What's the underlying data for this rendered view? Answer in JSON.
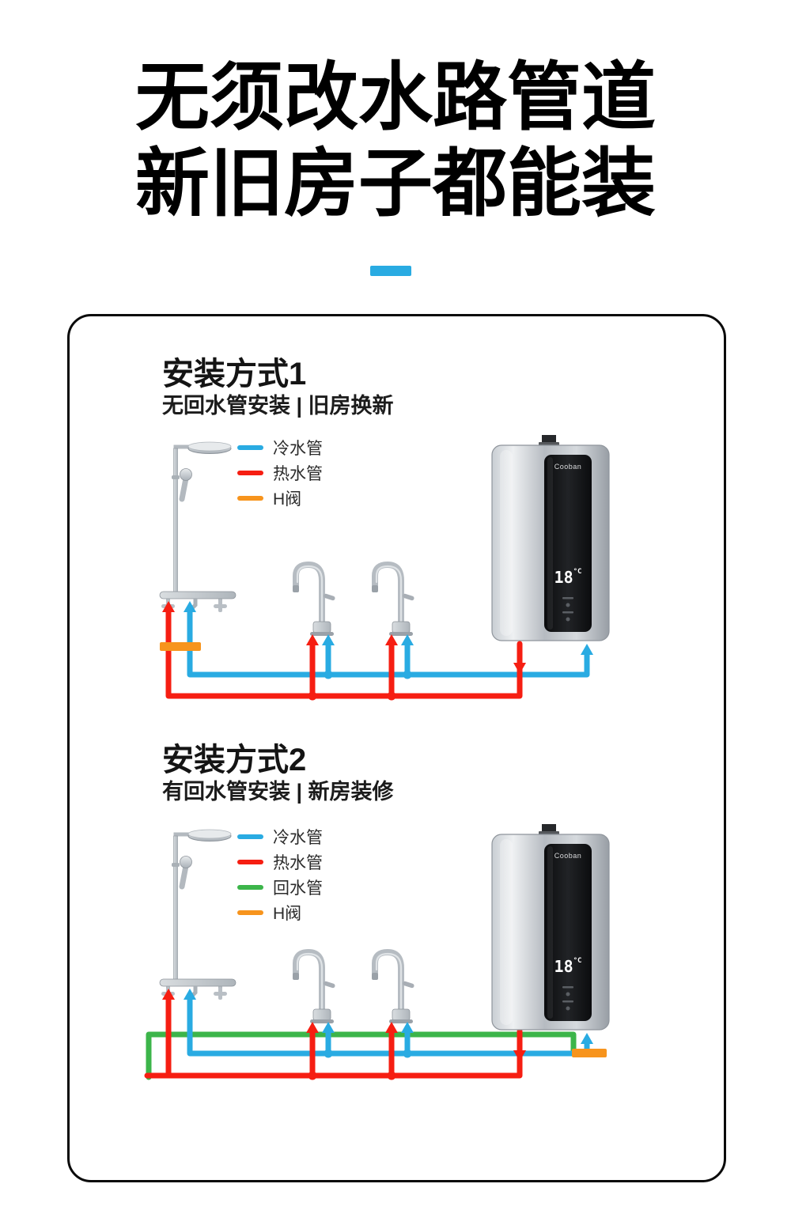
{
  "title": {
    "line1": "无须改水路管道",
    "line2": "新旧房子都能装"
  },
  "accent_color": "#29abe2",
  "pipe_colors": {
    "cold": "#29abe2",
    "hot": "#f61e12",
    "return": "#3cb54a",
    "valve": "#f7941d"
  },
  "sections": [
    {
      "heading": "安装方式1",
      "subtitle": "无回水管安装 | 旧房换新",
      "legend": [
        {
          "label": "冷水管",
          "color": "#29abe2"
        },
        {
          "label": "热水管",
          "color": "#f61e12"
        },
        {
          "label": "H阀",
          "color": "#f7941d"
        }
      ],
      "heater": {
        "brand": "Cooban",
        "display": "18",
        "unit": "°C"
      }
    },
    {
      "heading": "安装方式2",
      "subtitle": "有回水管安装 | 新房装修",
      "legend": [
        {
          "label": "冷水管",
          "color": "#29abe2"
        },
        {
          "label": "热水管",
          "color": "#f61e12"
        },
        {
          "label": "回水管",
          "color": "#3cb54a"
        },
        {
          "label": "H阀",
          "color": "#f7941d"
        }
      ],
      "heater": {
        "brand": "Cooban",
        "display": "18",
        "unit": "°C"
      }
    }
  ]
}
